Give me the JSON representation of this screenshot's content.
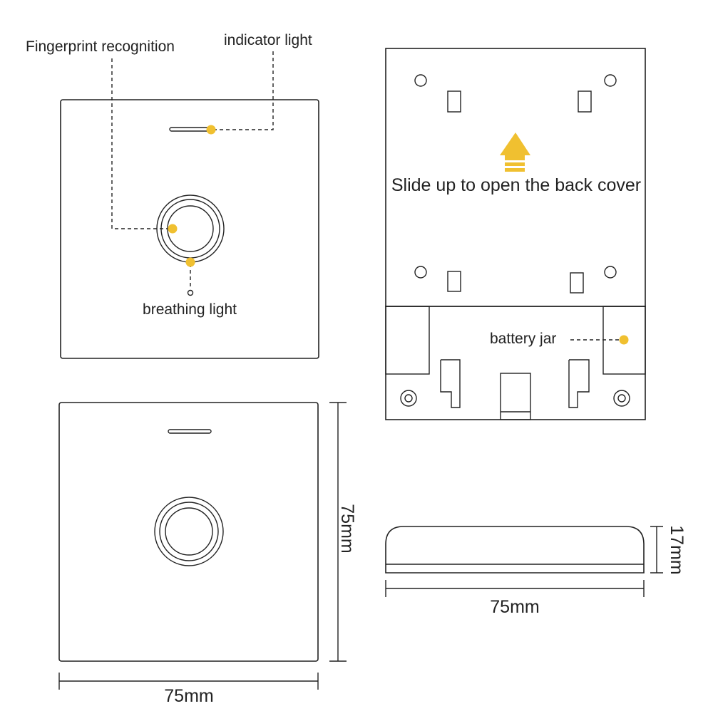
{
  "labels": {
    "fingerprint": "Fingerprint recognition",
    "indicator": "indicator light",
    "breathing": "breathing light",
    "slide_up": "Slide up to open the back cover",
    "battery": "battery jar"
  },
  "dimensions": {
    "front_width": "75mm",
    "front_height": "75mm",
    "side_width": "75mm",
    "side_height": "17mm"
  },
  "colors": {
    "accent": "#F0C030",
    "line": "#222222"
  },
  "icons": {
    "arrow": "up-arrow-icon"
  }
}
